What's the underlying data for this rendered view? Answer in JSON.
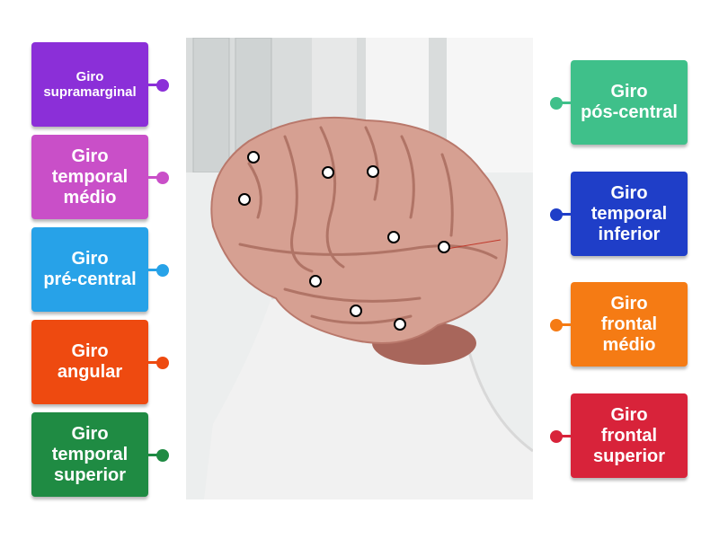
{
  "labels_left": [
    {
      "id": "supramarginal",
      "text": "Giro\nsupramarginal",
      "color": "#8b2fd8"
    },
    {
      "id": "temporal-medio",
      "text": "Giro\ntemporal\nmédio",
      "color": "#c94fc8"
    },
    {
      "id": "pre-central",
      "text": "Giro\npré-central",
      "color": "#27a2e8"
    },
    {
      "id": "angular",
      "text": "Giro\nangular",
      "color": "#ee4a10"
    },
    {
      "id": "temporal-superior",
      "text": "Giro\ntemporal\nsuperior",
      "color": "#1f8b43"
    }
  ],
  "labels_right": [
    {
      "id": "pos-central",
      "text": "Giro\npós-central",
      "color": "#3fc08a"
    },
    {
      "id": "temporal-inferior",
      "text": "Giro\ntemporal\ninferior",
      "color": "#1f3ec8"
    },
    {
      "id": "frontal-medio",
      "text": "Giro\nfrontal\nmédio",
      "color": "#f57b14"
    },
    {
      "id": "frontal-superior",
      "text": "Giro\nfrontal\nsuperior",
      "color": "#d8233a"
    }
  ],
  "photo": {
    "icon": "brain-model-photo",
    "bg_color": "#e9ebeb",
    "brain_color": "#d49c8e",
    "stand_color": "#f2f2f2"
  }
}
